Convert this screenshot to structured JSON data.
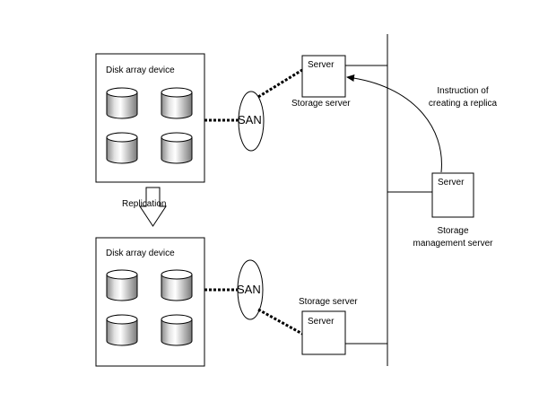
{
  "diagram": {
    "top_array": {
      "title": "Disk array device"
    },
    "bottom_array": {
      "title": "Disk array device"
    },
    "replication": {
      "label": "Replication"
    },
    "san_top": {
      "label": "SAN"
    },
    "san_bottom": {
      "label": "SAN"
    },
    "server_top": {
      "box_label": "Server",
      "caption": "Storage server"
    },
    "server_bottom": {
      "box_label": "Server",
      "caption": "Storage server"
    },
    "management_server": {
      "box_label": "Server",
      "caption_line1": "Storage",
      "caption_line2": "management server"
    },
    "instruction": {
      "line1": "Instruction of",
      "line2": "creating a replica"
    }
  }
}
